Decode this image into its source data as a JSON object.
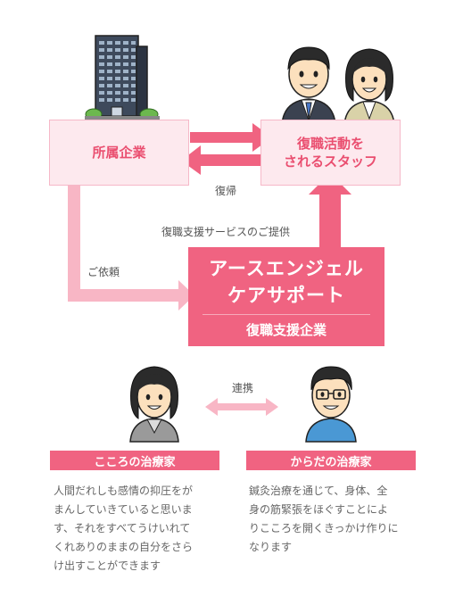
{
  "nodes": {
    "company": "所属企業",
    "staff_line1": "復職活動を",
    "staff_line2": "されるスタッフ",
    "main_line1": "アースエンジェル",
    "main_line2": "ケアサポート",
    "main_sub": "復職支援企業"
  },
  "edge_labels": {
    "return": "復帰",
    "service": "復職支援サービスのご提供",
    "request": "ご依頼",
    "cooperation": "連携"
  },
  "therapists": {
    "mind": {
      "title": "こころの治療家",
      "description": [
        "人間だれしも感情の抑圧をが",
        "まんしていきていると思いま",
        "す、それをすべてうけいれて",
        "くれありのままの自分をさら",
        "け出すことができます"
      ]
    },
    "body": {
      "title": "からだの治療家",
      "description": [
        "鍼灸治療を通じて、身体、全",
        "身の筋緊張をほぐすことによ",
        "りこころを開くきっかけ作りに",
        "なります"
      ]
    }
  },
  "colors": {
    "accent": "#f06381",
    "light_pink": "#fde9ee",
    "arrow_light": "#f8b6c5",
    "text": "#555555"
  }
}
